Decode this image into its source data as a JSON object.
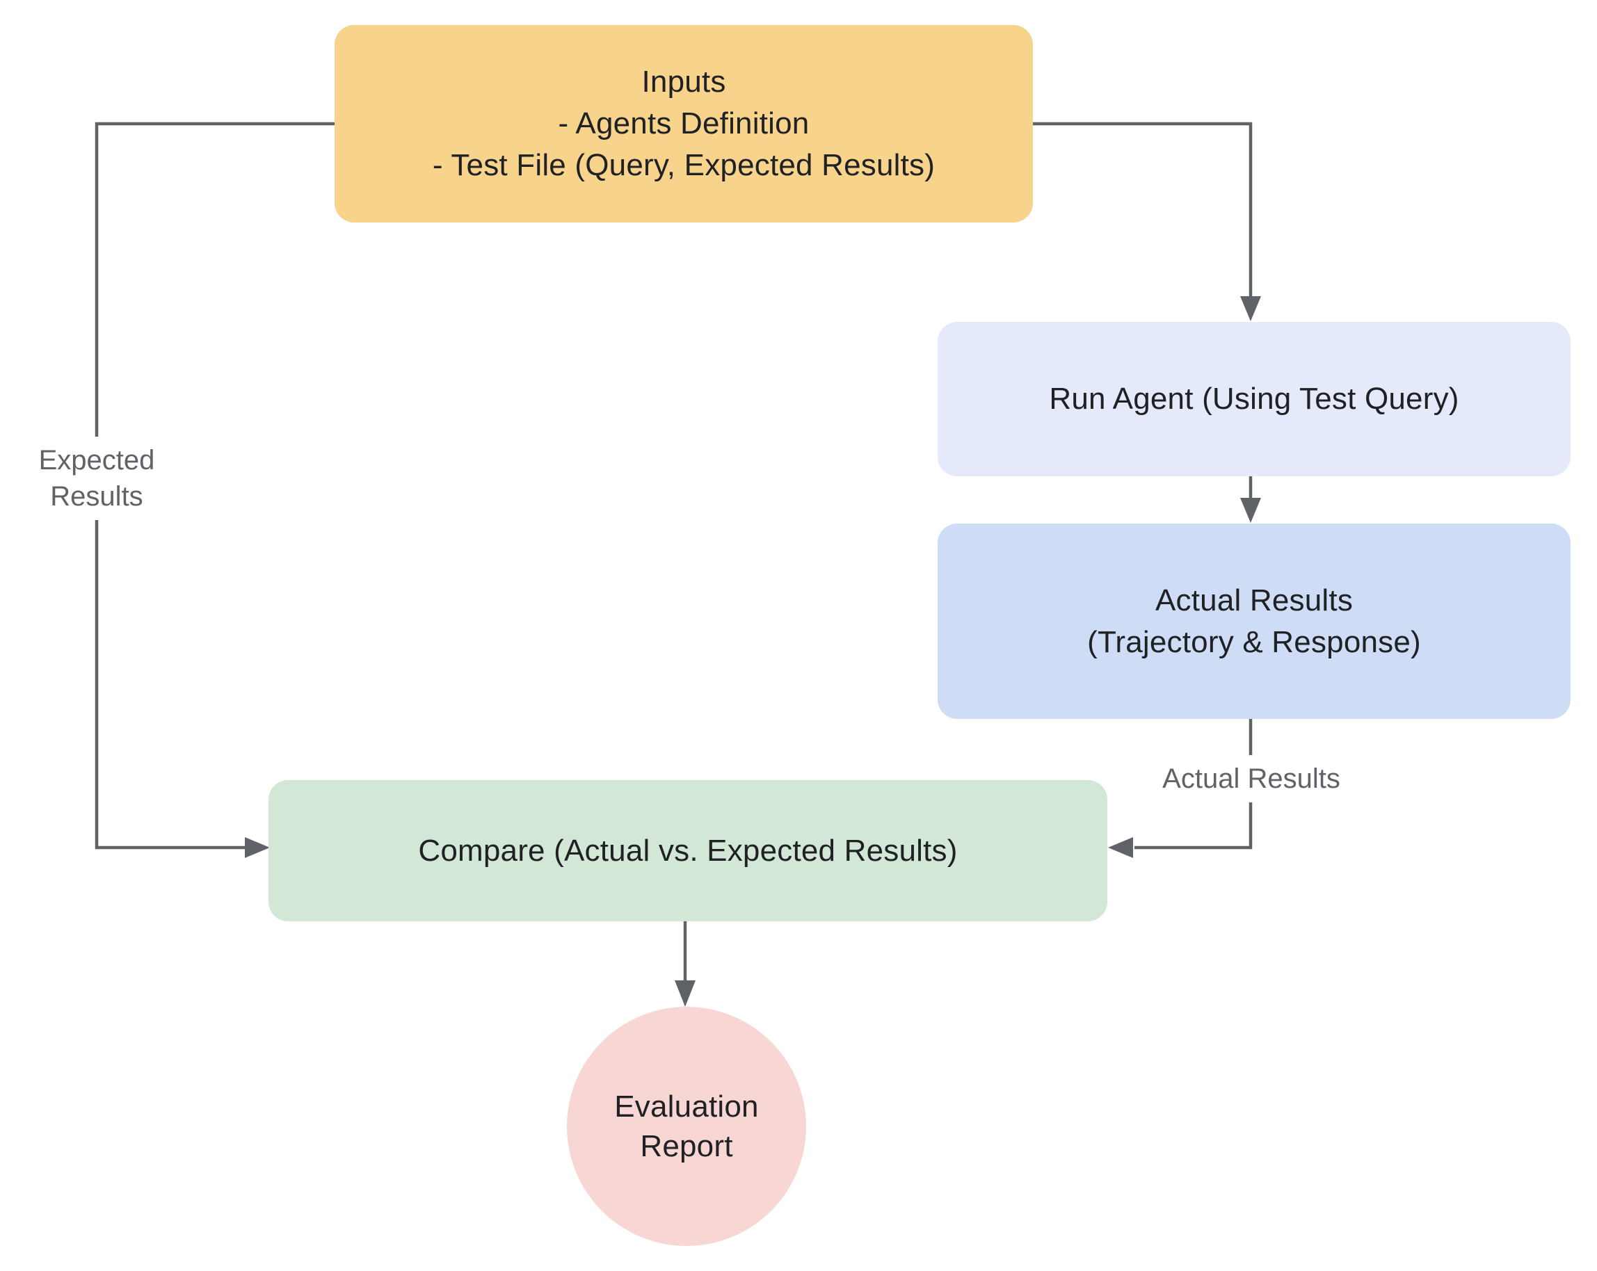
{
  "diagram": {
    "nodes": {
      "inputs": {
        "line1": "Inputs",
        "line2": "- Agents Definition",
        "line3": "- Test File (Query, Expected Results)",
        "fill": "#F7D38C"
      },
      "run_agent": {
        "label": "Run Agent (Using Test Query)",
        "fill": "#E4EAFA"
      },
      "actual_results": {
        "line1": "Actual Results",
        "line2": "(Trajectory & Response)",
        "fill": "#CEDCF5"
      },
      "compare": {
        "label": "Compare (Actual vs. Expected Results)",
        "fill": "#D3E7D6"
      },
      "evaluation_report": {
        "line1": "Evaluation",
        "line2": "Report",
        "fill": "#F7D6D3"
      }
    },
    "edge_labels": {
      "expected_results": {
        "line1": "Expected",
        "line2": "Results"
      },
      "actual_results": "Actual Results"
    },
    "styles": {
      "connector_color": "#5F6368",
      "node_text_color": "#202124",
      "edge_label_color": "#5F6368",
      "background": "#FFFFFF"
    }
  }
}
